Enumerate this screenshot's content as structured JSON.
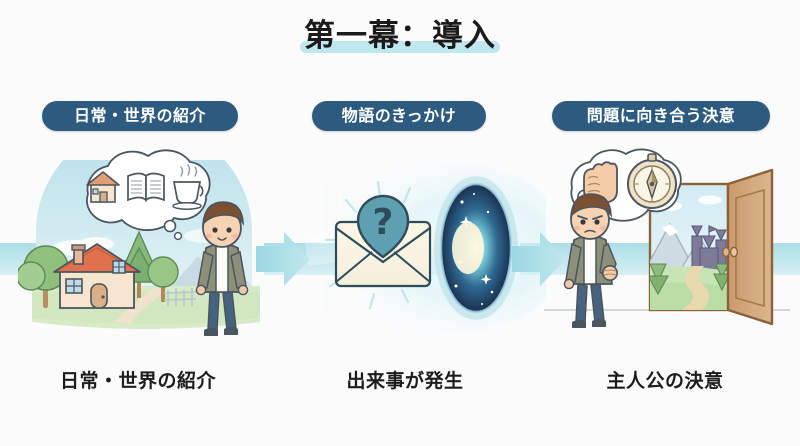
{
  "page": {
    "background_color": "#fbfbfc",
    "title": "第一幕：導入",
    "title_underline_color": "#bfe7ee",
    "accent_badge_color": "#2d5b80",
    "arrow_color": "#a9dde6"
  },
  "steps": [
    {
      "badge": "日常・世界の紹介",
      "caption": "日常・世界の紹介",
      "illustration": "boy-standing-by-house-with-thought-bubble",
      "thought_icons": [
        "house-icon",
        "open-book-icon",
        "coffee-cup-icon"
      ],
      "scene_elements": [
        "sky-arch",
        "cottage-house",
        "trees",
        "fence",
        "path",
        "grass",
        "boy-character"
      ]
    },
    {
      "badge": "物語のきっかけ",
      "caption": "出来事が発生",
      "illustration": "mystery-envelope-with-glowing-portal",
      "thought_icons": [],
      "scene_elements": [
        "envelope-icon",
        "question-mark-pin-icon",
        "light-rays",
        "star-portal",
        "sparkles"
      ]
    },
    {
      "badge": "問題に向き合う決意",
      "caption": "主人公の決意",
      "illustration": "determined-boy-beside-open-door",
      "thought_icons": [
        "raised-fist-icon",
        "compass-icon"
      ],
      "scene_elements": [
        "open-door",
        "mountains",
        "castle",
        "winding-path",
        "pine-trees",
        "boy-character"
      ]
    }
  ],
  "arrows": [
    {
      "name": "arrow-step1-to-step2"
    },
    {
      "name": "arrow-step2-to-step3"
    }
  ]
}
